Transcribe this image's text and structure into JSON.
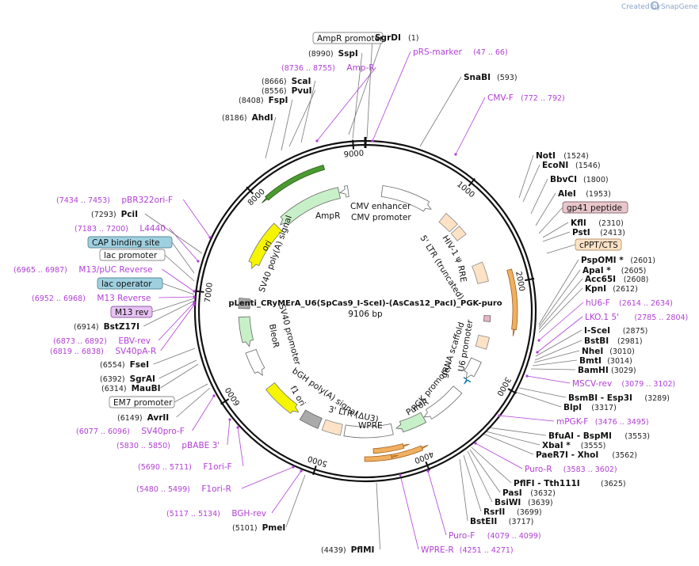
{
  "credit": {
    "prefix": "Created by",
    "brand": "SnapGene"
  },
  "map": {
    "title": "pLenti_CRyMErA_U6(SpCas9_I-SceI)-(AsCas12_PacI)_PGK-puro",
    "length": "9106 bp",
    "ticks": [
      "1000",
      "2000",
      "3000",
      "4000",
      "5000",
      "6000",
      "7000",
      "8000",
      "9000"
    ]
  },
  "features": [
    {
      "name": "CMV enhancer"
    },
    {
      "name": "CMV promoter"
    },
    {
      "name": "HIV-1 ψ"
    },
    {
      "name": "5' LTR (truncated)"
    },
    {
      "name": "RRE"
    },
    {
      "name": "U6 promoter"
    },
    {
      "name": "gRNA scaffold"
    },
    {
      "name": "PGK promoter"
    },
    {
      "name": "PuroR"
    },
    {
      "name": "WPRE"
    },
    {
      "name": "3' LTR (ΔU3)"
    },
    {
      "name": "bGH poly(A) signal"
    },
    {
      "name": "f1 ori"
    },
    {
      "name": "SV40 promoter"
    },
    {
      "name": "BleoR"
    },
    {
      "name": "SV40 poly(A) signal"
    },
    {
      "name": "ori"
    },
    {
      "name": "AmpR"
    },
    {
      "name": "AmpR promoter"
    }
  ],
  "labels": [
    {
      "kind": "box",
      "text": "AmpR promoter",
      "fill": "#ffffff",
      "stroke": "#888888"
    },
    {
      "kind": "site",
      "pos": "(8990)",
      "name": "SspI"
    },
    {
      "kind": "primer",
      "pos": "(8736 .. 8755)",
      "name": "Amp-R"
    },
    {
      "kind": "site",
      "pos": "(8666)",
      "name": "ScaI"
    },
    {
      "kind": "site",
      "pos": "(8556)",
      "name": "PvuI"
    },
    {
      "kind": "site",
      "pos": "(8408)",
      "name": "FspI"
    },
    {
      "kind": "site",
      "pos": "(8186)",
      "name": "AhdI"
    },
    {
      "kind": "site",
      "name": "SgrDI",
      "pos": "(1)"
    },
    {
      "kind": "primer",
      "name": "pRS-marker",
      "pos": "(47 .. 66)"
    },
    {
      "kind": "site",
      "name": "SnaBI",
      "pos": "(593)"
    },
    {
      "kind": "primer",
      "name": "CMV-F",
      "pos": "(772 .. 792)"
    },
    {
      "kind": "site",
      "name": "NotI",
      "pos": "(1524)"
    },
    {
      "kind": "site",
      "name": "EcoNI",
      "pos": "(1546)"
    },
    {
      "kind": "site",
      "name": "BbvCI",
      "pos": "(1800)"
    },
    {
      "kind": "site",
      "name": "AleI",
      "pos": "(1953)"
    },
    {
      "kind": "box",
      "text": "gp41 peptide",
      "fill": "#e8c6cc",
      "stroke": "#8a6a70"
    },
    {
      "kind": "site",
      "name": "KflI",
      "pos": "(2310)"
    },
    {
      "kind": "site",
      "name": "PstI",
      "pos": "(2413)"
    },
    {
      "kind": "box",
      "text": "cPPT/CTS",
      "fill": "#fde2c6",
      "stroke": "#b8966e"
    },
    {
      "kind": "site",
      "name": "PspOMI *",
      "pos": "(2601)"
    },
    {
      "kind": "site",
      "name": "ApaI *",
      "pos": "(2605)"
    },
    {
      "kind": "site",
      "name": "Acc65I",
      "pos": "(2608)"
    },
    {
      "kind": "site",
      "name": "KpnI",
      "pos": "(2612)"
    },
    {
      "kind": "primer",
      "name": "hU6-F",
      "pos": "(2614 .. 2634)"
    },
    {
      "kind": "primer",
      "name": "LKO.1 5'",
      "pos": "(2785 .. 2804)"
    },
    {
      "kind": "site",
      "name": "I-SceI",
      "pos": "(2875)"
    },
    {
      "kind": "site",
      "name": "BstBI",
      "pos": "(2981)"
    },
    {
      "kind": "site",
      "name": "NheI",
      "pos": "(3010)"
    },
    {
      "kind": "site",
      "name": "BmtI",
      "pos": "(3014)"
    },
    {
      "kind": "site",
      "name": "BamHI",
      "pos": "(3029)"
    },
    {
      "kind": "primer",
      "name": "MSCV-rev",
      "pos": "(3079 .. 3102)"
    },
    {
      "kind": "site",
      "name": "BsmBI - Esp3I",
      "pos": "(3289)"
    },
    {
      "kind": "site",
      "name": "BlpI",
      "pos": "(3317)"
    },
    {
      "kind": "primer",
      "name": "mPGK-F",
      "pos": "(3476 .. 3495)"
    },
    {
      "kind": "site",
      "name": "BfuAI - BspMI",
      "pos": "(3553)"
    },
    {
      "kind": "site",
      "name": "XbaI *",
      "pos": "(3555)"
    },
    {
      "kind": "site",
      "name": "PaeR7I - XhoI",
      "pos": "(3562)"
    },
    {
      "kind": "primer",
      "name": "Puro-R",
      "pos": "(3583 .. 3602)"
    },
    {
      "kind": "site",
      "name": "PflFI - Tth111I",
      "pos": "(3625)"
    },
    {
      "kind": "site",
      "name": "PasI",
      "pos": "(3632)"
    },
    {
      "kind": "site",
      "name": "BsiWI",
      "pos": "(3639)"
    },
    {
      "kind": "site",
      "name": "RsrII",
      "pos": "(3699)"
    },
    {
      "kind": "site",
      "name": "BstEII",
      "pos": "(3717)"
    },
    {
      "kind": "primer",
      "name": "Puro-F",
      "pos": "(4079 .. 4099)"
    },
    {
      "kind": "primer",
      "name": "WPRE-R",
      "pos": "(4251 .. 4271)"
    },
    {
      "kind": "site",
      "pos": "(4439)",
      "name": "PflMI"
    },
    {
      "kind": "site",
      "pos": "(5101)",
      "name": "PmeI"
    },
    {
      "kind": "primer",
      "pos": "(5117 .. 5134)",
      "name": "BGH-rev"
    },
    {
      "kind": "primer",
      "pos": "(5480 .. 5499)",
      "name": "F1ori-R"
    },
    {
      "kind": "primer",
      "pos": "(5690 .. 5711)",
      "name": "F1ori-F"
    },
    {
      "kind": "primer",
      "pos": "(5830 .. 5850)",
      "name": "pBABE 3'"
    },
    {
      "kind": "primer",
      "pos": "(6077 .. 6096)",
      "name": "SV40pro-F"
    },
    {
      "kind": "site",
      "pos": "(6149)",
      "name": "AvrII"
    },
    {
      "kind": "box",
      "text": "EM7 promoter",
      "fill": "#ffffff",
      "stroke": "#888888"
    },
    {
      "kind": "site",
      "pos": "(6314)",
      "name": "MauBI"
    },
    {
      "kind": "site",
      "pos": "(6392)",
      "name": "SgrAI"
    },
    {
      "kind": "site",
      "pos": "(6554)",
      "name": "FseI"
    },
    {
      "kind": "primer",
      "pos": "(6819 .. 6838)",
      "name": "SV40pA-R"
    },
    {
      "kind": "primer",
      "pos": "(6873 .. 6892)",
      "name": "EBV-rev"
    },
    {
      "kind": "site",
      "pos": "(6914)",
      "name": "BstZ17I"
    },
    {
      "kind": "box",
      "text": "M13 rev",
      "fill": "#e6c2f2",
      "stroke": "#9060a8"
    },
    {
      "kind": "primer",
      "pos": "(6952 .. 6968)",
      "name": "M13 Reverse"
    },
    {
      "kind": "box",
      "text": "lac operator",
      "fill": "#9fd0e0",
      "stroke": "#5a8a9a"
    },
    {
      "kind": "primer",
      "pos": "(6965 .. 6987)",
      "name": "M13/pUC Reverse"
    },
    {
      "kind": "box",
      "text": "lac promoter",
      "fill": "#ffffff",
      "stroke": "#888888"
    },
    {
      "kind": "box",
      "text": "CAP binding site",
      "fill": "#9fd0e0",
      "stroke": "#5a8a9a"
    },
    {
      "kind": "primer",
      "pos": "(7183 .. 7200)",
      "name": "L4440"
    },
    {
      "kind": "site",
      "pos": "(7293)",
      "name": "PciI"
    },
    {
      "kind": "primer",
      "pos": "(7434 .. 7453)",
      "name": "pBR322ori-F"
    }
  ]
}
